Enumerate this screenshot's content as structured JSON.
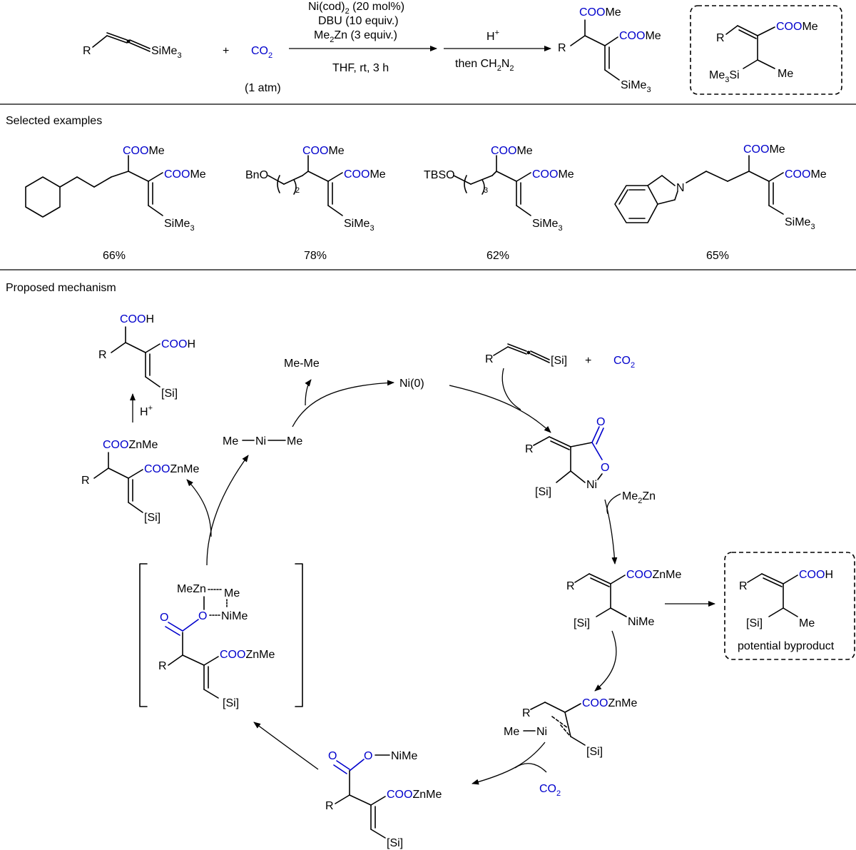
{
  "scheme": {
    "reactant_r": "R",
    "reactant_si": "SiMe",
    "reactant_si_sub": "3",
    "plus": "+",
    "co2": "CO",
    "co2_sub": "2",
    "co2_pressure": "(1 atm)",
    "cond1_a": "Ni(cod)",
    "cond1_a_sub": "2",
    "cond1_a_tail": " (20 mol%)",
    "cond1_b": "DBU (10 equiv.)",
    "cond1_c": "Me",
    "cond1_c_sub": "2",
    "cond1_c_tail": "Zn (3 equiv.)",
    "cond1_bottom": "THF, rt, 3 h",
    "cond2_top": "H",
    "cond2_top_sup": "+",
    "cond2_bottom": "then CH",
    "cond2_bottom_sub1": "2",
    "cond2_bottom_mid": "N",
    "cond2_bottom_sub2": "2",
    "product_ester1": "COOMe",
    "product_ester2": "COOMe",
    "product_r": "R",
    "product_si": "SiMe",
    "product_si_sub": "3",
    "boxed_r": "R",
    "boxed_ester": "COOMe",
    "boxed_si": "Me",
    "boxed_si_sub": "3",
    "boxed_si_tail": "Si",
    "boxed_me": "Me"
  },
  "examples": {
    "heading": "Selected examples",
    "items": [
      {
        "yield": "66%",
        "ester1": "COOMe",
        "ester2": "COOMe",
        "si": "SiMe",
        "si_sub": "3"
      },
      {
        "yield": "78%",
        "ester1": "COOMe",
        "ester2": "COOMe",
        "si": "SiMe",
        "si_sub": "3",
        "prefix": "BnO",
        "n": "2"
      },
      {
        "yield": "62%",
        "ester1": "COOMe",
        "ester2": "COOMe",
        "si": "SiMe",
        "si_sub": "3",
        "prefix": "TBSO",
        "n": "3"
      },
      {
        "yield": "65%",
        "ester1": "COOMe",
        "ester2": "COOMe",
        "si": "SiMe",
        "si_sub": "3",
        "n_atom": "N"
      }
    ]
  },
  "mechanism": {
    "heading": "Proposed mechanism",
    "ni0": "Ni(0)",
    "meme": "Me-Me",
    "nime2_left": "Me",
    "nime2_ni": "Ni",
    "nime2_right": "Me",
    "acid_cooh1": "COOH",
    "acid_cooh2": "COOH",
    "acid_r": "R",
    "acid_si": "[Si]",
    "hplus": "H",
    "hplus_sup": "+",
    "znester_1": "COOZnMe",
    "znester_2": "COOZnMe",
    "znester_r": "R",
    "znester_si": "[Si]",
    "allene_r": "R",
    "allene_si": "[Si]",
    "allene_plus": "+",
    "allene_co2": "CO",
    "allene_co2_sub": "2",
    "lactone_o1": "O",
    "lactone_o2": "O",
    "lactone_r": "R",
    "lactone_si": "[Si]",
    "lactone_ni": "Ni",
    "me2zn": "Me",
    "me2zn_sub": "2",
    "me2zn_tail": "Zn",
    "inter_ester": "COOZnMe",
    "inter_r": "R",
    "inter_si": "[Si]",
    "inter_nime": "NiMe",
    "byproduct_cooh": "COOH",
    "byproduct_r": "R",
    "byproduct_si": "[Si]",
    "byproduct_me": "Me",
    "byproduct_label": "potential  byproduct",
    "allyl_r": "R",
    "allyl_ester": "COOZnMe",
    "allyl_me": "Me",
    "allyl_ni": "Ni",
    "allyl_si": "[Si]",
    "co2_insert": "CO",
    "co2_insert_sub": "2",
    "carbox_o1": "O",
    "carbox_o2": "O",
    "carbox_nime": "NiMe",
    "carbox_ester": "COOZnMe",
    "carbox_r": "R",
    "carbox_si": "[Si]",
    "ts_mezn": "MeZn",
    "ts_me": "Me",
    "ts_o1": "O",
    "ts_o2": "O",
    "ts_nime": "NiMe",
    "ts_ester": "COOZnMe",
    "ts_r": "R",
    "ts_si": "[Si]"
  }
}
